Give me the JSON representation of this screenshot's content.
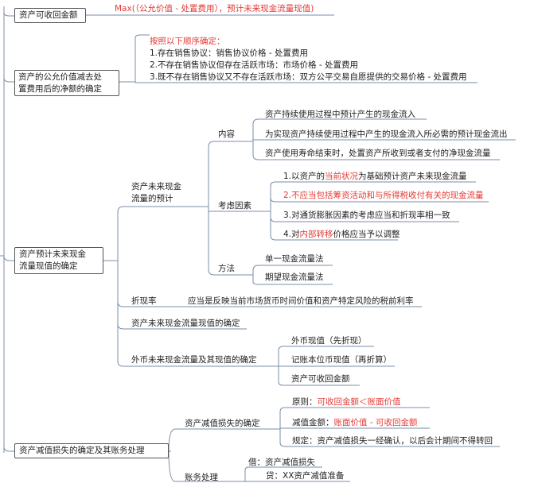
{
  "colors": {
    "line": "#7a8ca8",
    "box_border": "#555555",
    "text": "#222222",
    "highlight": "#e53935"
  },
  "recoverable_amount": {
    "label": "资产可收回金额",
    "formula": "Max(（公允价值 - 处置费用），预计未来现金流量现值)"
  },
  "fair_value": {
    "label_line1": "资产的公允价值减去处",
    "label_line2": "置费用后的净额的确定",
    "order_title": "按照以下顺序确定：",
    "items": [
      "1.存在销售协议：销售协议价格 - 处置费用",
      "2.不存在销售协议但存在活跃市场：市场价格 - 处置费用",
      "3.既不存在销售协议又不存在活跃市场：双方公平交易自愿提供的交易价格 - 处置费用"
    ]
  },
  "pv": {
    "label_line1": "资产预计未来现金",
    "label_line2": "流量现值的确定",
    "forecast": {
      "label_line1": "资产未来现金",
      "label_line2": "流量的预计",
      "content": {
        "label": "内容",
        "items": [
          "资产持续使用过程中预计产生的现金流入",
          "为实现资产持续使用过程中产生的现金流入所必需的预计现金流出",
          "资产使用寿命结束时，处置资产所收到或者支付的净现金流量"
        ]
      },
      "factors": {
        "label": "考虑因素",
        "f1_prefix": "1.以资产的",
        "f1_red": "当前状况",
        "f1_suffix": "为基础预计资产未来现金流量",
        "f2": "2.不应当包括筹资活动和与所得税收付有关的现金流量",
        "f3": "3.对通货膨胀因素的考虑应当和折现率相一致",
        "f4_prefix": "4.对",
        "f4_red": "内部转移",
        "f4_suffix": "价格应当予以调整"
      },
      "method": {
        "label": "方法",
        "items": [
          "单一现金流量法",
          "期望现金流量法"
        ]
      }
    },
    "discount": {
      "label": "折现率",
      "text": "应当是反映当前市场货币时间价值和资产特定风险的税前利率"
    },
    "pv_determination": "资产未来现金流量现值的确定",
    "foreign": {
      "label": "外币未来现金流量及其现值的确定",
      "items": [
        "外币现值（先折现）",
        "记账本位币现值（再折算）",
        "资产可收回金额"
      ]
    }
  },
  "impairment": {
    "label": "资产减值损失的确定及其账务处理",
    "determination": {
      "label": "资产减值损失的确定",
      "principle_prefix": "原则：",
      "principle_red": "可收回金额＜账面价值",
      "amount_prefix": "减值金额：",
      "amount_red": "账面价值 - 可收回金额",
      "rule": "规定：资产减值损失一经确认，以后会计期间不得转回"
    },
    "accounting": {
      "label": "账务处理",
      "debit": "借：资产减值损失",
      "credit": "贷：XX资产减值准备"
    }
  }
}
